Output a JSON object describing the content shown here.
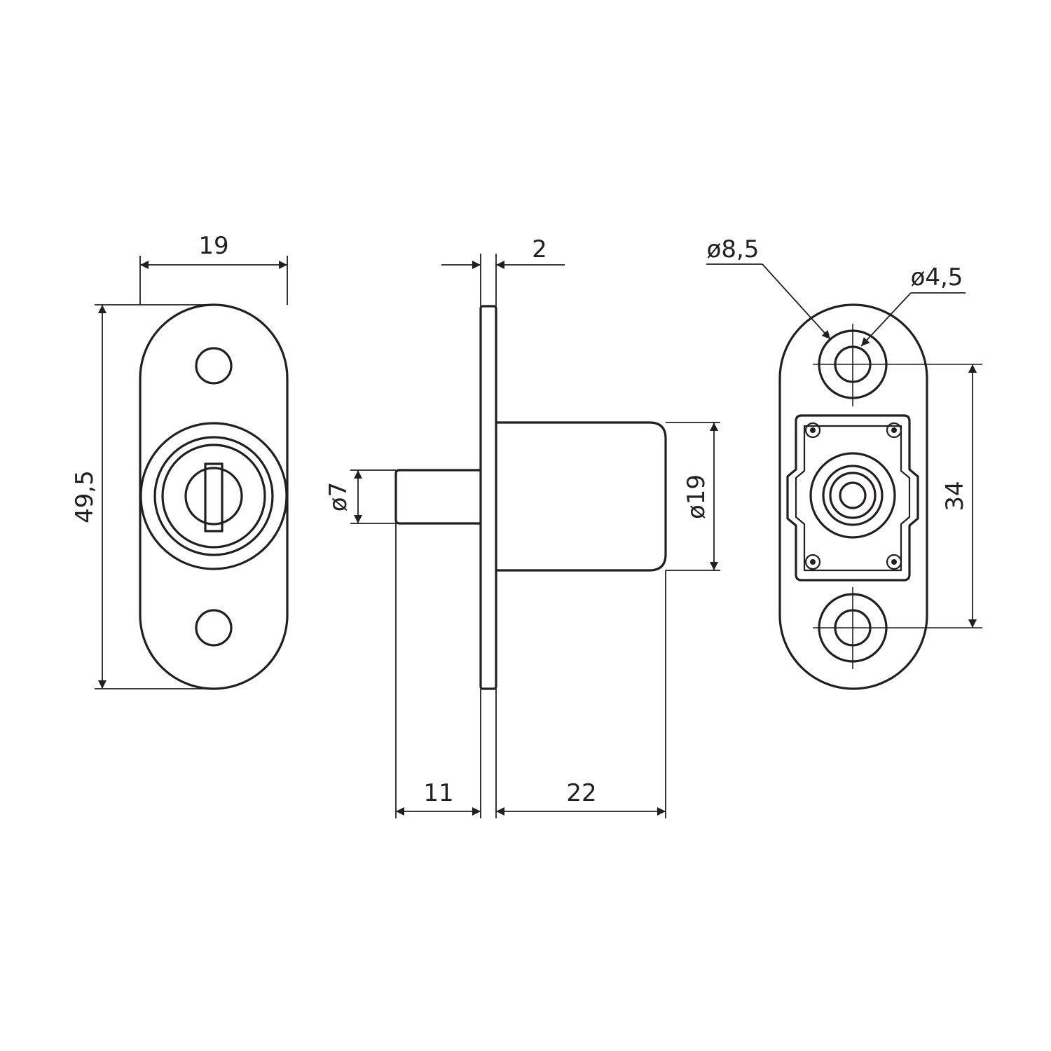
{
  "dimensions": {
    "front_width": "19",
    "front_height": "49,5",
    "plate_thickness": "2",
    "pin_diameter": "ø7",
    "body_diameter": "ø19",
    "pin_length": "11",
    "body_length": "22",
    "counterbore_diameter": "ø8,5",
    "hole_diameter": "ø4,5",
    "hole_spacing": "34"
  },
  "colors": {
    "line": "#231f20",
    "background": "#ffffff"
  }
}
